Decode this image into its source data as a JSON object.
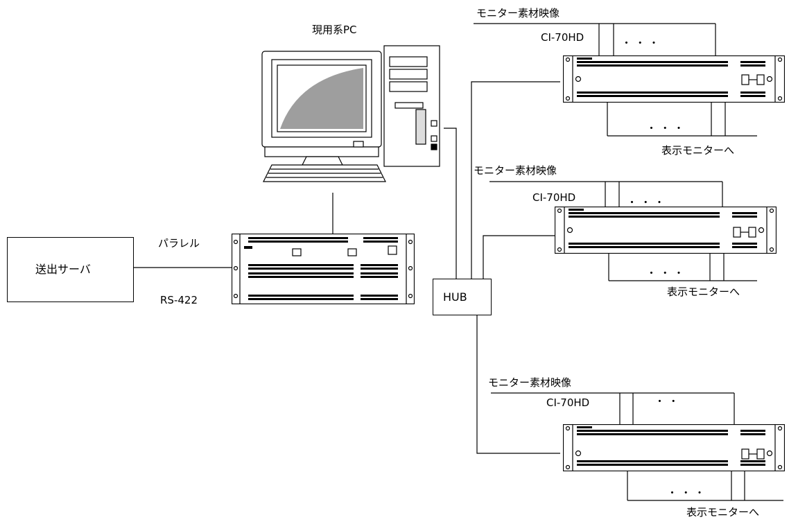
{
  "labels": {
    "pc": "現用系PC",
    "server": "送出サーバ",
    "parallel": "パラレル",
    "rs422": "RS-422",
    "hub": "HUB"
  },
  "units": [
    {
      "source": "モニター素材映像",
      "model": "CI-70HD",
      "dots_top": "・ ・ ・",
      "dots_bottom": "・ ・ ・",
      "output": "表示モニターへ"
    },
    {
      "source": "モニター素材映像",
      "model": "CI-70HD",
      "dots_top": "・ ・ ・",
      "dots_bottom": "・ ・ ・",
      "output": "表示モニターへ"
    },
    {
      "source": "モニター素材映像",
      "model": "CI-70HD",
      "dots_top": "・ ・",
      "dots_bottom": "・ ・ ・",
      "output": "表示モニターへ"
    }
  ],
  "colors": {
    "line": "#000000",
    "background": "#ffffff"
  }
}
